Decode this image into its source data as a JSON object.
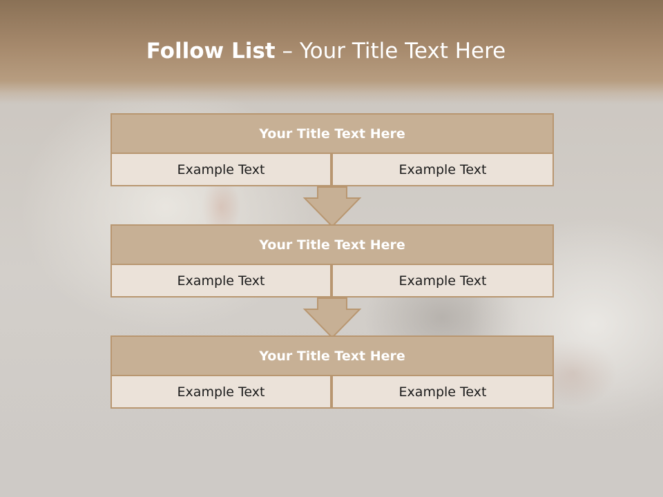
{
  "slide": {
    "title_bold": "Follow List",
    "title_rest": "– Your Title Text Here"
  },
  "blocks": [
    {
      "title": "Your Title Text Here",
      "left": "Example Text",
      "right": "Example Text"
    },
    {
      "title": "Your Title Text Here",
      "left": "Example Text",
      "right": "Example Text"
    },
    {
      "title": "Your Title Text Here",
      "left": "Example Text",
      "right": "Example Text"
    }
  ],
  "colors": {
    "header": "#a6896c",
    "block_title_fill": "#c7b095",
    "block_cell_fill": "#ebe2d9",
    "border": "#b89670"
  }
}
